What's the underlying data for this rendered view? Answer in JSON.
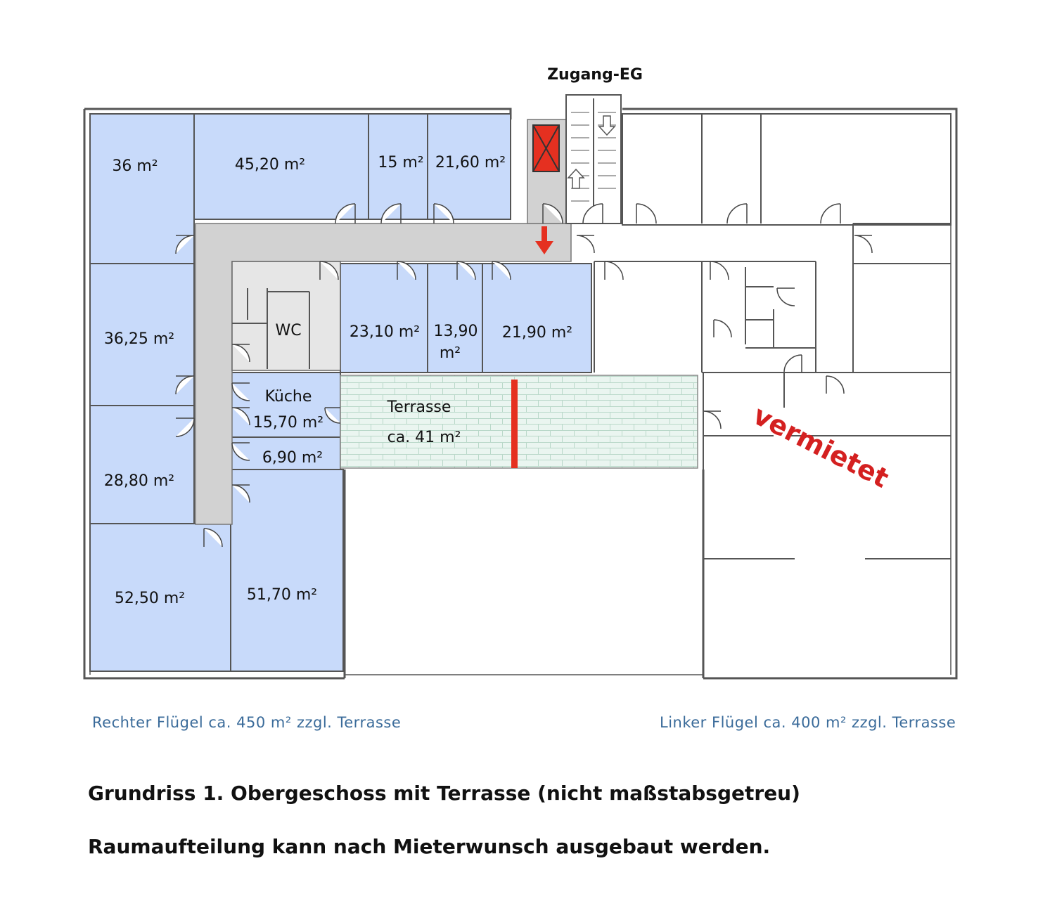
{
  "colors": {
    "room_blue": "#c8dafa",
    "corridor_gray": "#d2d2d2",
    "wall": "#555555",
    "accent_red": "#e53020",
    "caption_blue": "#3a6b9a",
    "terrace_green": "#eaf5f0"
  },
  "plan": {
    "entrance_label": "Zugang-EG",
    "stamp_label": "vermietet",
    "rooms": {
      "r36": "36 m²",
      "r45_20": "45,20 m²",
      "r15": "15 m²",
      "r21_60": "21,60 m²",
      "r36_25": "36,25 m²",
      "wc": "WC",
      "r23_10": "23,10 m²",
      "r13_90_a": "13,90",
      "r13_90_b": "m²",
      "r21_90": "21,90 m²",
      "kueche_name": "Küche",
      "kueche_area": "15,70 m²",
      "r6_90": "6,90 m²",
      "terrasse_name": "Terrasse",
      "terrasse_area": "ca. 41 m²",
      "r28_80": "28,80 m²",
      "r52_50": "52,50 m²",
      "r51_70": "51,70 m²"
    }
  },
  "captions": {
    "right_wing": "Rechter Flügel ca. 450 m² zzgl. Terrasse",
    "left_wing": "Linker Flügel ca. 400 m² zzgl. Terrasse"
  },
  "footer": {
    "title": "Grundriss 1. Obergeschoss mit Terrasse (nicht maßstabsgetreu)",
    "note": "Raumaufteilung kann nach Mieterwunsch ausgebaut werden."
  }
}
